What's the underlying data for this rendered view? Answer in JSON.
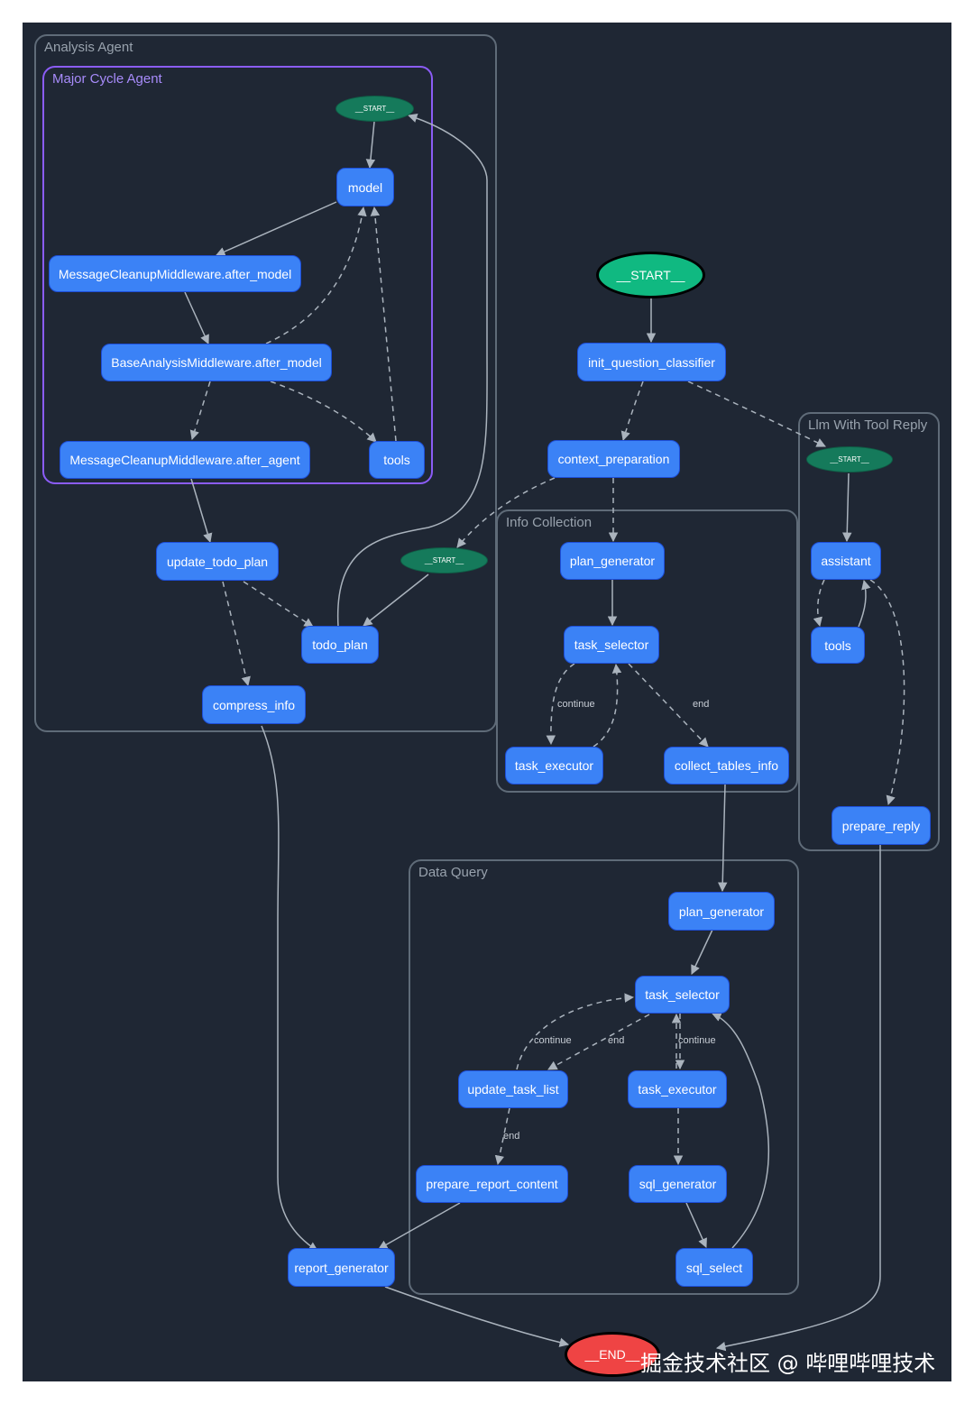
{
  "clusters": {
    "analysis_agent": "Analysis Agent",
    "major_cycle_agent": "Major Cycle Agent",
    "llm_with_tool_reply": "Llm With Tool Reply",
    "info_collection": "Info Collection",
    "data_query": "Data Query"
  },
  "nodes": {
    "start_main": "__START__",
    "end_main": "__END__",
    "init_question_classifier": "init_question_classifier",
    "context_preparation": "context_preparation",
    "major_start": "__START__",
    "model": "model",
    "message_cleanup_after_model": "MessageCleanupMiddleware.after_model",
    "base_analysis_after_model": "BaseAnalysisMiddleware.after_model",
    "message_cleanup_after_agent": "MessageCleanupMiddleware.after_agent",
    "major_tools": "tools",
    "update_todo_plan": "update_todo_plan",
    "analysis_start": "__START__",
    "todo_plan": "todo_plan",
    "compress_info": "compress_info",
    "info_plan_generator": "plan_generator",
    "info_task_selector": "task_selector",
    "info_task_executor": "task_executor",
    "collect_tables_info": "collect_tables_info",
    "llm_start": "__START__",
    "assistant": "assistant",
    "llm_tools": "tools",
    "prepare_reply": "prepare_reply",
    "dq_plan_generator": "plan_generator",
    "dq_task_selector": "task_selector",
    "update_task_list": "update_task_list",
    "dq_task_executor": "task_executor",
    "prepare_report_content": "prepare_report_content",
    "sql_generator": "sql_generator",
    "sql_select": "sql_select",
    "report_generator": "report_generator"
  },
  "edge_labels": {
    "info_continue": "continue",
    "info_end": "end",
    "dq_continue_left": "continue",
    "dq_end_left": "end",
    "dq_continue_right": "continue",
    "dq_end_bottom": "end"
  },
  "watermark": "掘金技术社区 @ 哔哩哔哩技术",
  "colors": {
    "background": "#1f2734",
    "node": "#3b82f6",
    "start": "#10b981",
    "end": "#ef4444",
    "small_start": "#157a5b",
    "cluster_border": "#5f6b78",
    "major_cluster_border": "#8b5cf6",
    "edge": "#aab3bd"
  }
}
